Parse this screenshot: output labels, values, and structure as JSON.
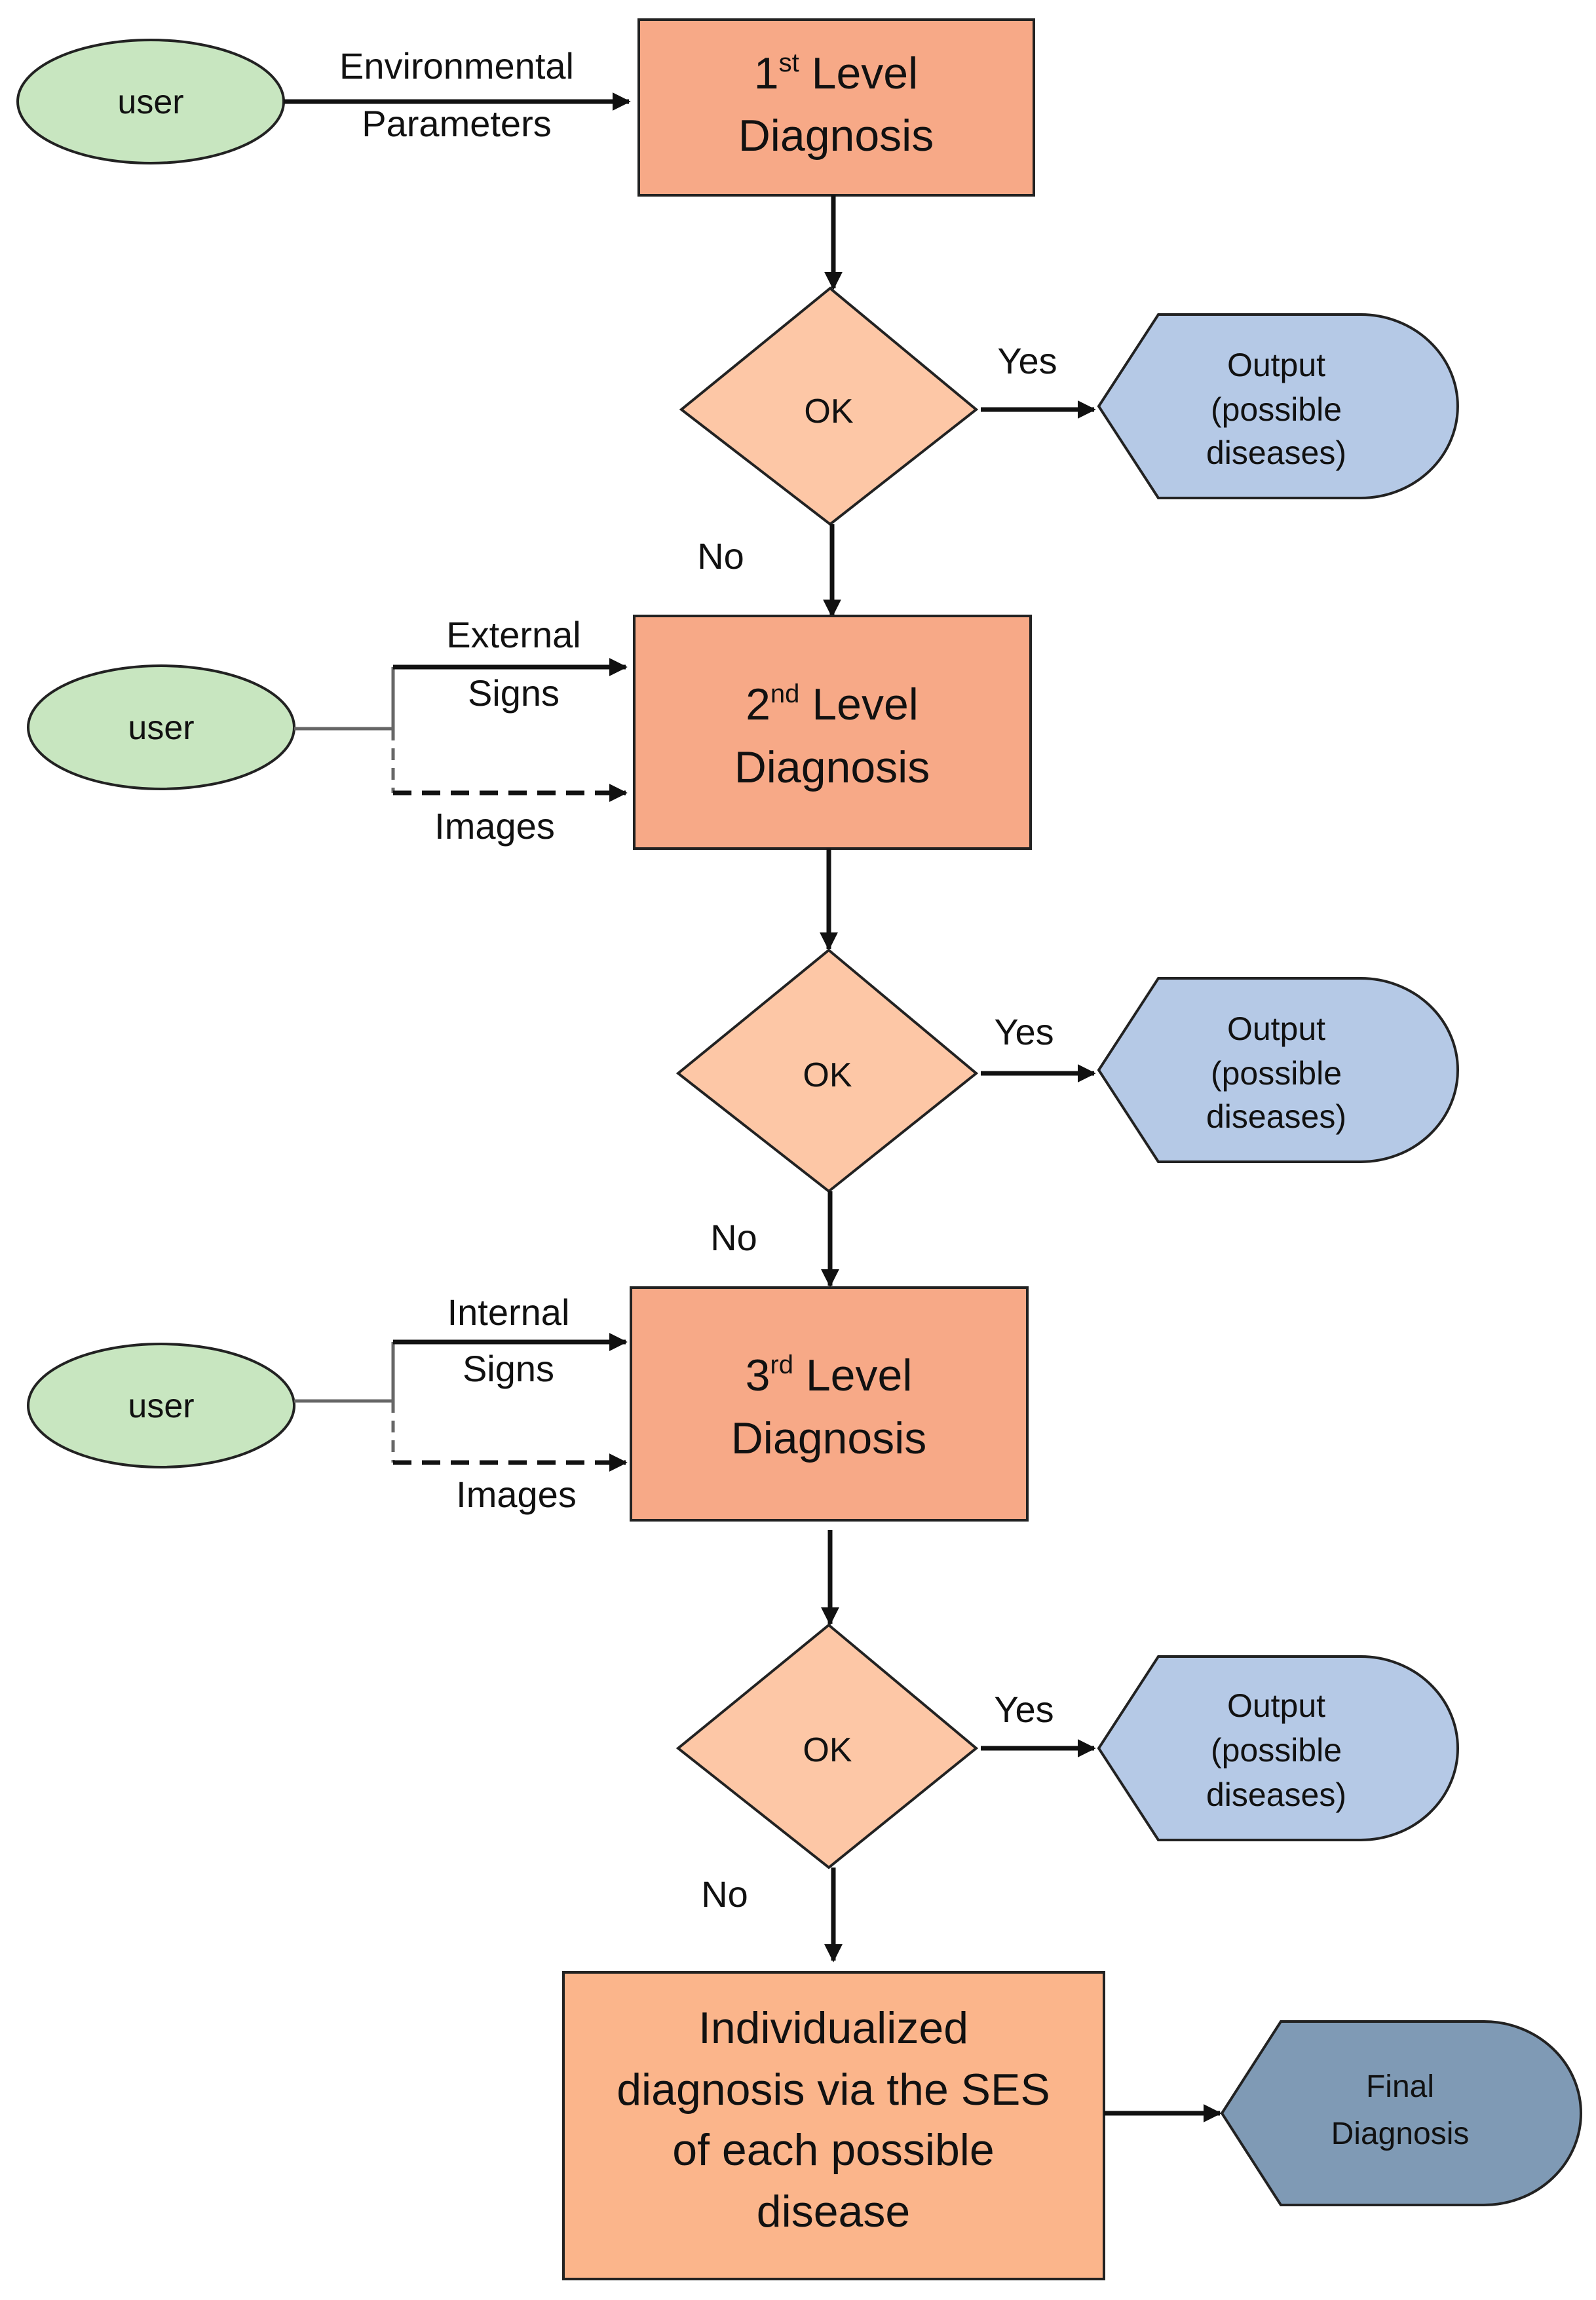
{
  "colors": {
    "user_fill": "#c8e6c0",
    "level_fill": "#f7a987",
    "decision_fill": "#fdc7a6",
    "output_fill": "#b5c9e6",
    "individual_fill": "#fbb58b",
    "final_fill": "#7f9ab5",
    "stroke": "#222222"
  },
  "users": [
    {
      "label": "user"
    },
    {
      "label": "user"
    },
    {
      "label": "user"
    }
  ],
  "inputs": {
    "env_line1": "Environmental",
    "env_line2": "Parameters",
    "ext_line1": "External",
    "ext_line2": "Signs",
    "int_line1": "Internal",
    "int_line2": "Signs",
    "images_a": "Images",
    "images_b": "Images"
  },
  "levels": [
    {
      "num": "1",
      "sup": "st",
      "rest": " Level",
      "line2": "Diagnosis"
    },
    {
      "num": "2",
      "sup": "nd",
      "rest": " Level",
      "line2": "Diagnosis"
    },
    {
      "num": "3",
      "sup": "rd",
      "rest": " Level",
      "line2": "Diagnosis"
    }
  ],
  "decisions": [
    {
      "label": "OK",
      "yes": "Yes",
      "no": "No"
    },
    {
      "label": "OK",
      "yes": "Yes",
      "no": "No"
    },
    {
      "label": "OK",
      "yes": "Yes",
      "no": "No"
    }
  ],
  "outputs": [
    {
      "line1": "Output",
      "line2": "(possible",
      "line3": "diseases)"
    },
    {
      "line1": "Output",
      "line2": "(possible",
      "line3": "diseases)"
    },
    {
      "line1": "Output",
      "line2": "(possible",
      "line3": "diseases)"
    }
  ],
  "individualized": {
    "line1": "Individualized",
    "line2": "diagnosis via the SES",
    "line3": "of each possible",
    "line4": "disease"
  },
  "final": {
    "line1": "Final",
    "line2": "Diagnosis"
  }
}
